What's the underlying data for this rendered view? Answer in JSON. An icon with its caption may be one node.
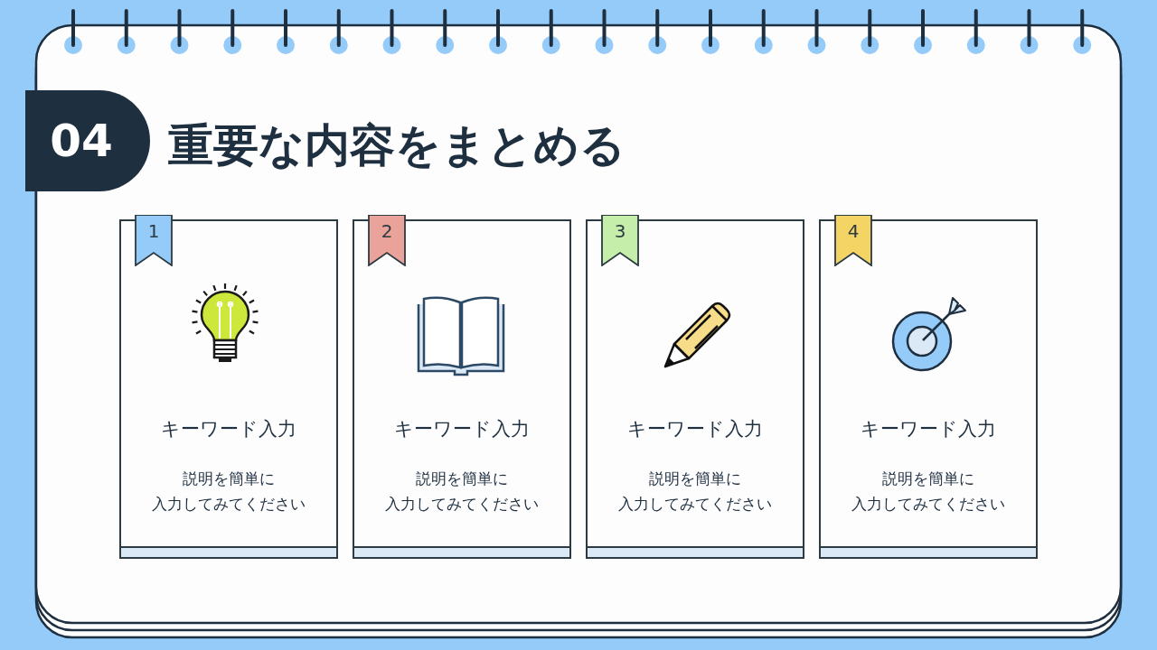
{
  "diagram": {
    "title": "重要な内容をまとめる",
    "nodes": [
      {
        "text": [
          "キーワード入力",
          "説明を簡単に入力してみてください"
        ]
      },
      {
        "text": [
          "1"
        ],
        "in": 0
      },
      {
        "text": [
          "キーワード入力",
          "説明を簡単に入力してみてください"
        ]
      },
      {
        "text": [
          "2"
        ],
        "in": 2
      },
      {
        "text": [
          "キーワード入力",
          "説明を簡単に入力してみてください"
        ]
      },
      {
        "text": [
          "3"
        ],
        "in": 4
      },
      {
        "text": [
          "キーワード入力",
          "説明を簡単に入力してみてください"
        ]
      },
      {
        "text": [
          "4"
        ],
        "in": 6
      }
    ],
    "labels": [
      "04"
    ]
  }
}
